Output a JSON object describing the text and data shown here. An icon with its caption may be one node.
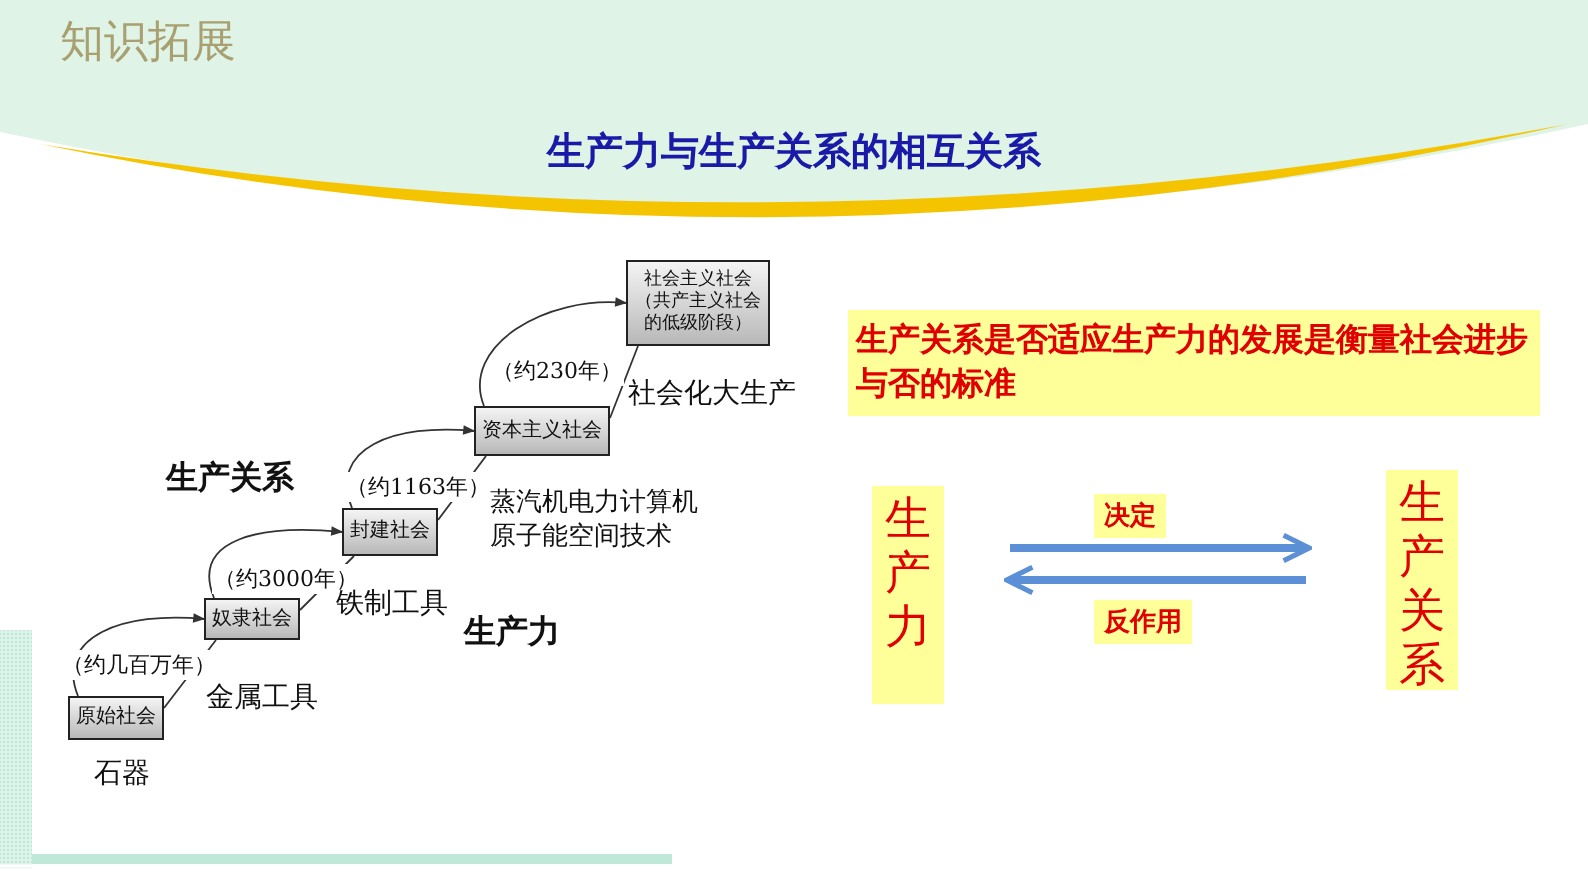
{
  "diagram": {
    "title": "生产力与生产关系的相互关系",
    "nodes": [
      {
        "text": [
          "原始社会"
        ]
      },
      {
        "text": [
          "奴隶社会"
        ]
      },
      {
        "text": [
          "封建社会"
        ]
      },
      {
        "text": [
          "资本主义社会"
        ]
      },
      {
        "text": [
          "社会主义社会",
          "（共产主义社会的低级阶段）"
        ]
      },
      {
        "text": [
          "生产力"
        ]
      },
      {
        "text": [
          "生产关系"
        ]
      },
      {
        "text": [
          "生产关系是否适应生产力的发展是衡量社会进步与否的标准"
        ]
      }
    ],
    "edges": [
      {
        "from": 0,
        "to": 1,
        "arrow": "to",
        "label": "（约几百万年）"
      },
      {
        "from": 1,
        "to": 2,
        "arrow": "to",
        "label": "（约3000年）"
      },
      {
        "from": 2,
        "to": 3,
        "arrow": "to",
        "label": "（约1163年）"
      },
      {
        "from": 3,
        "to": 4,
        "arrow": "to",
        "label": "（约230年）"
      },
      {
        "from": 0,
        "to": 1,
        "arrow": "none"
      },
      {
        "from": 1,
        "to": 2,
        "arrow": "none"
      },
      {
        "from": 2,
        "to": 3,
        "arrow": "none"
      },
      {
        "from": 3,
        "to": 4,
        "arrow": "none"
      },
      {
        "from": 5,
        "to": 6,
        "arrow": "to",
        "label": "决定",
        "style": "thick",
        "color": "#5b8fd6"
      },
      {
        "from": 6,
        "to": 5,
        "arrow": "to",
        "label": "反作用",
        "style": "thick",
        "color": "#5b8fd6"
      }
    ],
    "labels": [
      "知识拓展",
      "金属工具",
      "铁制工具",
      "生产关系",
      "生产力",
      "蒸汽机电力计算机原子能空间技术",
      "社会化大生产",
      "石器"
    ]
  }
}
